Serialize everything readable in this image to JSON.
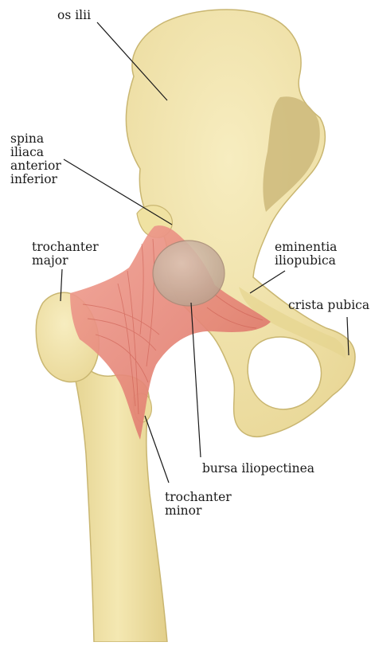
{
  "labels": {
    "os_ilii": "os ilii",
    "spina": "spina\niliaca\nanterior\ninferior",
    "trochanter_major": "trochanter\nmajor",
    "eminentia": "eminentia\niliopubica",
    "crista_pubica": "crista pubica",
    "bursa": "bursa iliopectinea",
    "trochanter_minor": "trochanter\nminor"
  },
  "colors": {
    "bone_fill": "#f1e4a5",
    "bone_shade": "#ddcc85",
    "bone_outline": "#c9b671",
    "muscle_fill": "#e88f82",
    "muscle_dark": "#c9584c",
    "bursa_fill": "#c9b09e",
    "leader_line": "#1a1a1a"
  }
}
